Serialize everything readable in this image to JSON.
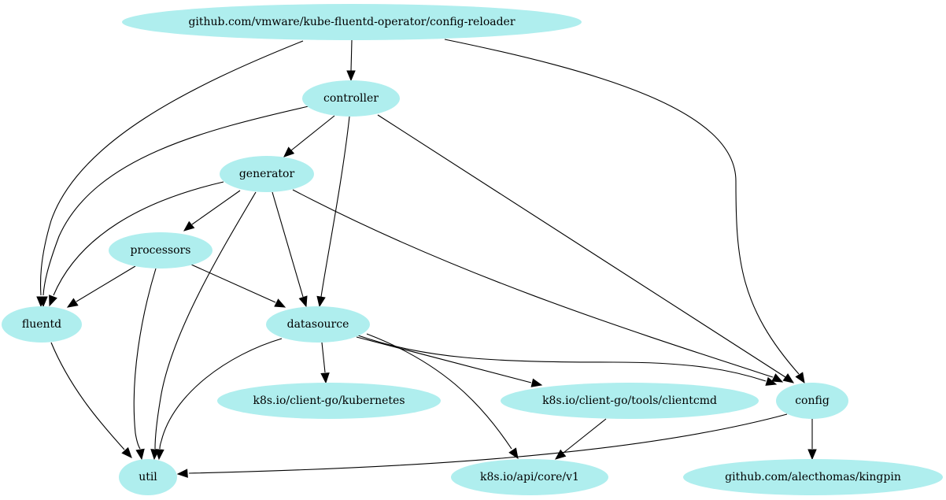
{
  "graph": {
    "node_fill": "#afeeee",
    "edge_color": "#000000",
    "nodes": [
      {
        "id": "root",
        "label": "github.com/vmware/kube-fluentd-operator/config-reloader"
      },
      {
        "id": "controller",
        "label": "controller"
      },
      {
        "id": "generator",
        "label": "generator"
      },
      {
        "id": "processors",
        "label": "processors"
      },
      {
        "id": "fluentd",
        "label": "fluentd"
      },
      {
        "id": "datasource",
        "label": "datasource"
      },
      {
        "id": "kubernetes",
        "label": "k8s.io/client-go/kubernetes"
      },
      {
        "id": "clientcmd",
        "label": "k8s.io/client-go/tools/clientcmd"
      },
      {
        "id": "config",
        "label": "config"
      },
      {
        "id": "util",
        "label": "util"
      },
      {
        "id": "corev1",
        "label": "k8s.io/api/core/v1"
      },
      {
        "id": "kingpin",
        "label": "github.com/alecthomas/kingpin"
      }
    ],
    "edges": [
      {
        "from": "root",
        "to": "controller"
      },
      {
        "from": "root",
        "to": "fluentd"
      },
      {
        "from": "root",
        "to": "config"
      },
      {
        "from": "controller",
        "to": "generator"
      },
      {
        "from": "controller",
        "to": "fluentd"
      },
      {
        "from": "controller",
        "to": "datasource"
      },
      {
        "from": "controller",
        "to": "config"
      },
      {
        "from": "generator",
        "to": "processors"
      },
      {
        "from": "generator",
        "to": "fluentd"
      },
      {
        "from": "generator",
        "to": "datasource"
      },
      {
        "from": "generator",
        "to": "util"
      },
      {
        "from": "generator",
        "to": "config"
      },
      {
        "from": "processors",
        "to": "fluentd"
      },
      {
        "from": "processors",
        "to": "datasource"
      },
      {
        "from": "processors",
        "to": "util"
      },
      {
        "from": "fluentd",
        "to": "util"
      },
      {
        "from": "datasource",
        "to": "kubernetes"
      },
      {
        "from": "datasource",
        "to": "clientcmd"
      },
      {
        "from": "datasource",
        "to": "config"
      },
      {
        "from": "datasource",
        "to": "util"
      },
      {
        "from": "datasource",
        "to": "corev1"
      },
      {
        "from": "clientcmd",
        "to": "corev1"
      },
      {
        "from": "config",
        "to": "util"
      },
      {
        "from": "config",
        "to": "kingpin"
      }
    ]
  }
}
